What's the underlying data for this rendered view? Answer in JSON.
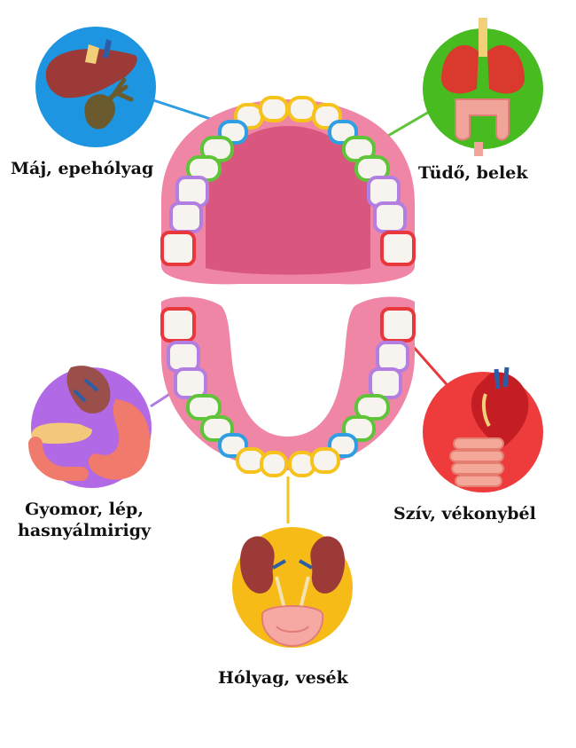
{
  "colors": {
    "gum": "#ef86a6",
    "palate": "#d9577f",
    "tooth_fill": "#f7f3ee",
    "yellow": "#f6c21c",
    "blue": "#2f9ee2",
    "green": "#5fc43a",
    "purple": "#b27ee0",
    "red": "#e8383c",
    "circle_liver": "#1e95e0",
    "circle_lungs": "#47bb1f",
    "circle_stomach": "#b169e6",
    "circle_heart": "#ee3b3b",
    "circle_kidney": "#f6bb16"
  },
  "labels": {
    "liver": "Máj, epehólyag",
    "lungs": "Tüdő, belek",
    "stomach_line1": "Gyomor, lép,",
    "stomach_line2": "hasnyálmirigy",
    "heart": "Szív, vékonybél",
    "kidney": "Hólyag, vesék"
  },
  "icons": {
    "liver": "liver-gallbladder-icon",
    "lungs": "lungs-intestine-icon",
    "stomach": "stomach-spleen-pancreas-icon",
    "heart": "heart-small-intestine-icon",
    "kidney": "bladder-kidneys-icon"
  }
}
